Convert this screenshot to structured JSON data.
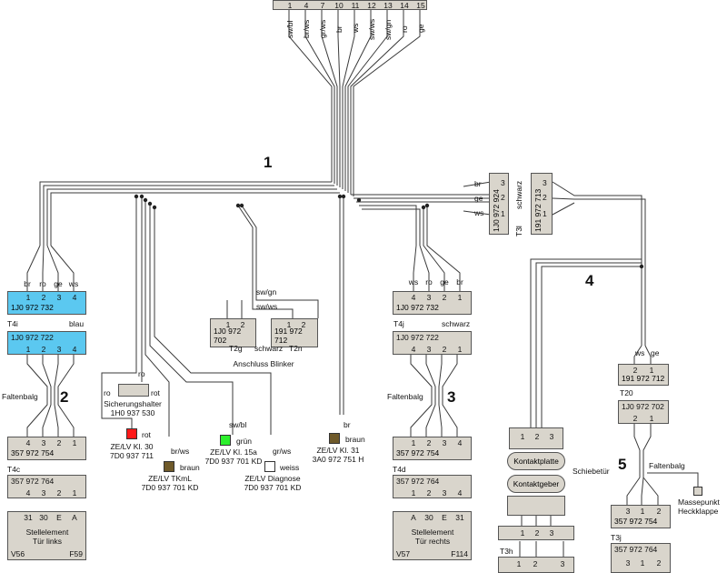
{
  "top_connector": {
    "pins": [
      "1",
      "4",
      "7",
      "10",
      "11",
      "12",
      "13",
      "14",
      "15"
    ],
    "wires": [
      "sw/bl",
      "br/ws",
      "gr/ws",
      "br",
      "ws",
      "sw/ws",
      "sw/gn",
      "ro",
      "ge"
    ]
  },
  "section_numbers": [
    "1",
    "2",
    "3",
    "4",
    "5"
  ],
  "t4i": {
    "name": "T4i",
    "color_word": "blau",
    "pins_top": [
      "1",
      "2",
      "3",
      "4"
    ],
    "wires": [
      "br",
      "ro",
      "ge",
      "ws"
    ],
    "code_top": "1J0 972 732",
    "code_bottom": "1J0 972 722",
    "pins_bottom": [
      "1",
      "2",
      "3",
      "4"
    ]
  },
  "left_door": {
    "faltenbalg": "Faltenbalg",
    "t4c_pins": [
      "4",
      "3",
      "2",
      "1"
    ],
    "t4c_code": "357 972 754",
    "t4c_name": "T4c",
    "code2": "357 972 764",
    "pins2": [
      "4",
      "3",
      "2",
      "1"
    ],
    "elem_pins": [
      "31",
      "30",
      "E",
      "A"
    ],
    "elem_title": "Stellelement",
    "elem_sub": "Tür links",
    "elem_left": "V56",
    "elem_right": "F59"
  },
  "sicherung": {
    "ro_top": "ro",
    "ro": "ro",
    "rot": "rot",
    "title": "Sicherungshalter",
    "code": "1H0 937 530"
  },
  "ze_kl30": {
    "color": "rot",
    "title": "ZE/LV Kl. 30",
    "code": "7D0 937 711"
  },
  "ze_tkml": {
    "wire": "br/ws",
    "color": "braun",
    "title": "ZE/LV TKmL",
    "code": "7D0 937 701 KD"
  },
  "ze_kl15a": {
    "wire": "sw/bl",
    "color": "grün",
    "title": "ZE/LV Kl. 15a",
    "code": "7D0 937 701 KD"
  },
  "ze_diag": {
    "wire": "gr/ws",
    "color": "weiss",
    "title": "ZE/LV Diagnose",
    "code": "7D0 937 701 KD"
  },
  "ze_kl31": {
    "wire": "br",
    "color": "braun",
    "title": "ZE/LV Kl. 31",
    "code": "3A0 972 751 H"
  },
  "blinker": {
    "wire1": "sw/gn",
    "wire2": "sw/ws",
    "t2g_pins": [
      "1",
      "2"
    ],
    "t2g_code": "1J0 972 702",
    "t2g_name": "T2g",
    "t2g_color": "schwarz",
    "t2n_pins": [
      "1",
      "2"
    ],
    "t2n_code": "191 972 712",
    "t2n_name": "T2n",
    "title": "Anschluss Blinker"
  },
  "t4j": {
    "name": "T4j",
    "color_word": "schwarz",
    "wires": [
      "ws",
      "ro",
      "ge",
      "br"
    ],
    "pins_top": [
      "4",
      "3",
      "2",
      "1"
    ],
    "code_top": "1J0 972 732",
    "code_bottom": "1J0 972 722",
    "pins_bottom": [
      "4",
      "3",
      "2",
      "1"
    ]
  },
  "right_door": {
    "faltenbalg": "Faltenbalg",
    "t4d_pins": [
      "1",
      "2",
      "3",
      "4"
    ],
    "t4d_code": "357 972 754",
    "t4d_name": "T4d",
    "code2": "357 972 764",
    "pins2": [
      "1",
      "2",
      "3",
      "4"
    ],
    "elem_pins": [
      "A",
      "30",
      "E",
      "31"
    ],
    "elem_title": "Stellelement",
    "elem_sub": "Tür rechts",
    "elem_left": "V57",
    "elem_right": "F114"
  },
  "t3l": {
    "wires": [
      "br",
      "ge",
      "ws"
    ],
    "pins": [
      "3",
      "2",
      "1"
    ],
    "code": "1J0 972 924",
    "name": "T3l",
    "color_word": "schwarz",
    "pins2": [
      "3",
      "2",
      "1"
    ],
    "code2": "191 972 713"
  },
  "sliding": {
    "pins": [
      "1",
      "2",
      "3"
    ],
    "plate": "Kontaktplatte",
    "giver": "Kontaktgeber",
    "label": "Schiebetür",
    "pins_bottom": [
      "1",
      "2",
      "3"
    ],
    "name": "T3h",
    "pins_last": [
      "1",
      "2",
      "3"
    ]
  },
  "tail": {
    "wires": [
      "ws",
      "ge"
    ],
    "pins": [
      "2",
      "1"
    ],
    "code": "191 972 712",
    "name": "T20",
    "code2": "1J0 972 702",
    "pins2": [
      "2",
      "1"
    ],
    "faltenbalg": "Faltenbalg",
    "masse1": "Massepunkt",
    "masse2": "Heckklappe",
    "t3j_pins": [
      "3",
      "1",
      "2"
    ],
    "t3j_code": "357 972 754",
    "t3j_name": "T3j",
    "code3": "357 972 764",
    "pins3": [
      "3",
      "1",
      "2"
    ]
  }
}
